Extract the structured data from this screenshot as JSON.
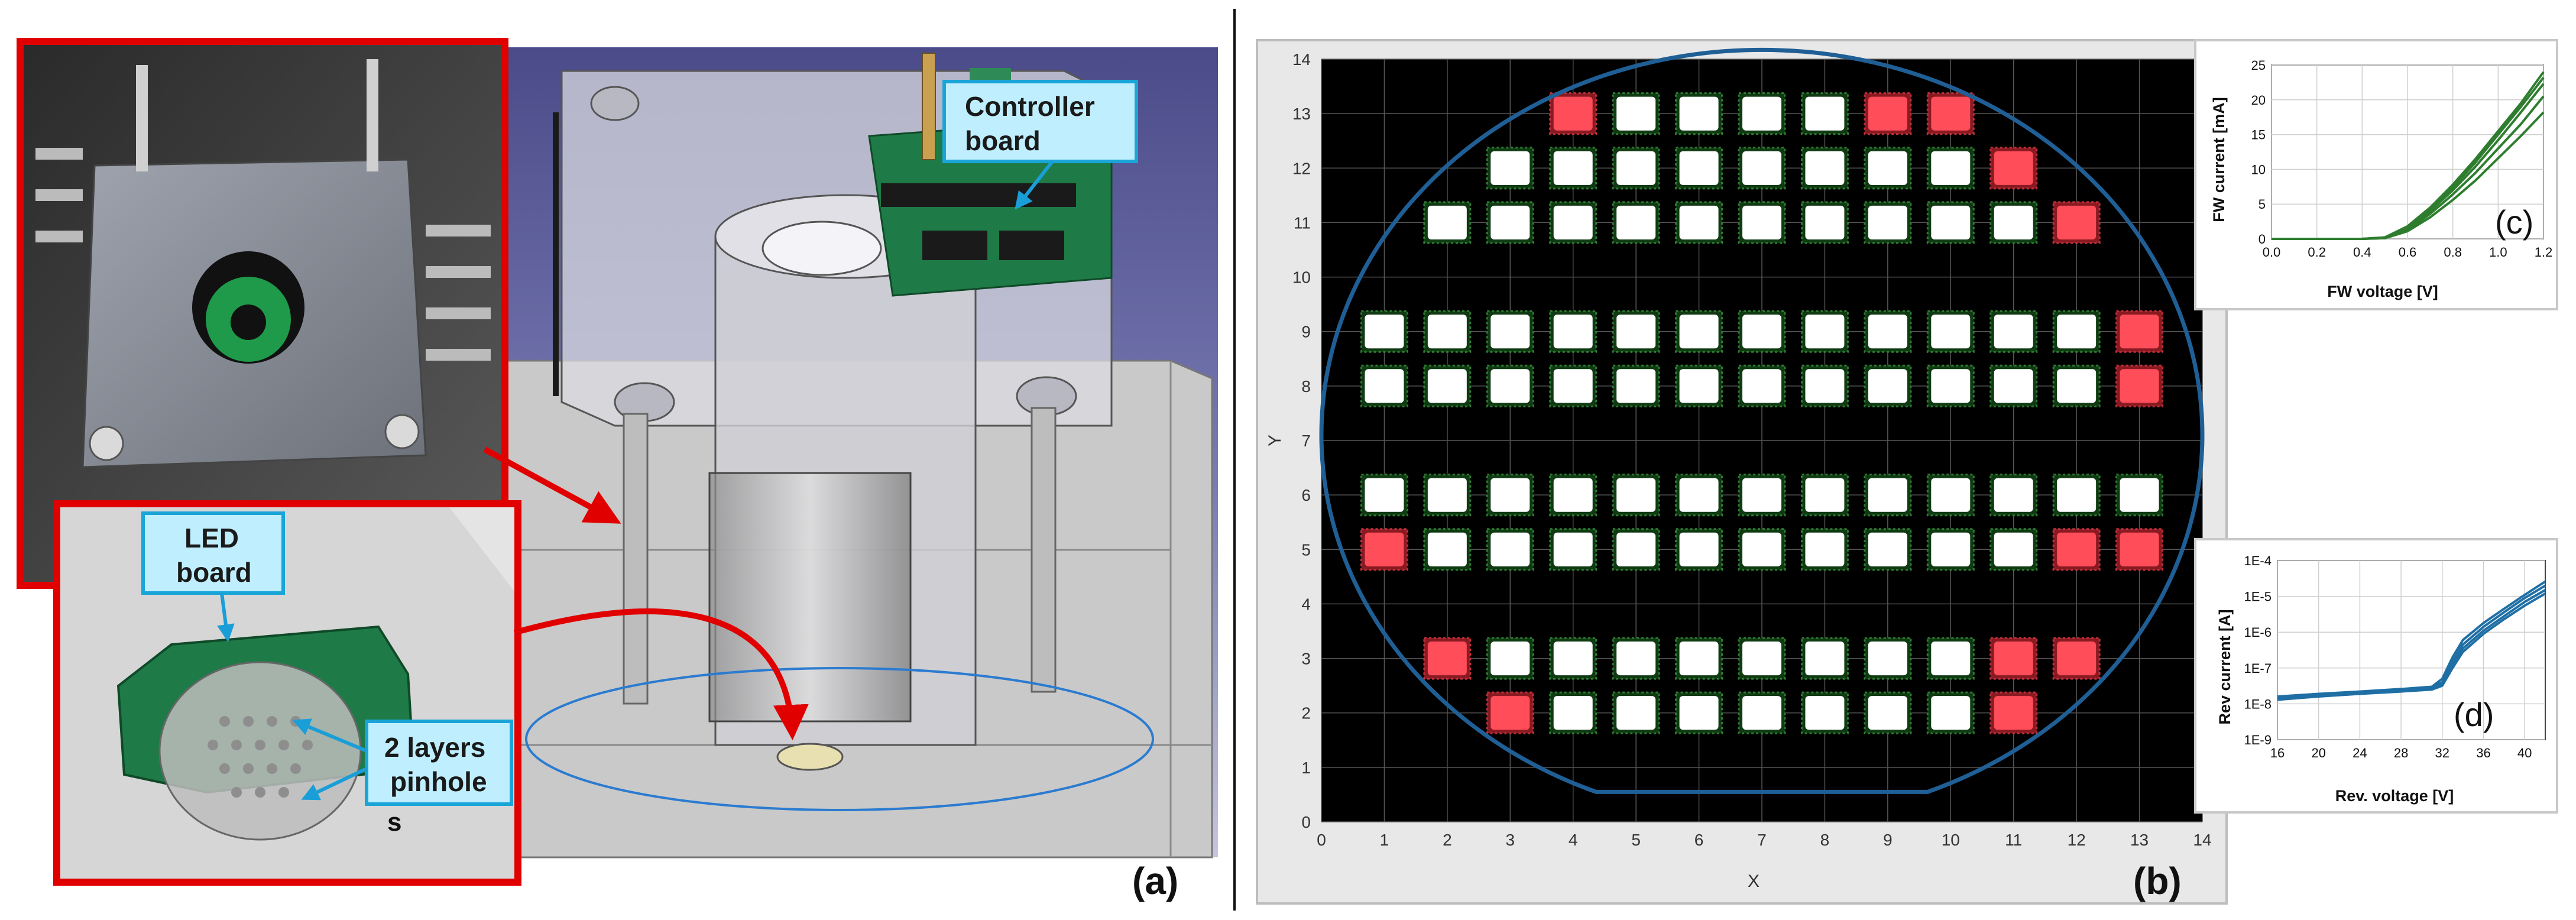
{
  "panel_a": {
    "callout_controller_line1": "Controller",
    "callout_controller_line2": "board",
    "callout_led_line1": "LED",
    "callout_led_line2": "board",
    "callout_pinhole_line1": "2 layers",
    "callout_pinhole_line2": "pinhole",
    "pinhole_stray_char": "s",
    "panel_label": "(a)"
  },
  "panel_b": {
    "panel_label": "(b)",
    "x_label": "X",
    "y_label": "Y",
    "x_ticks": [
      "0",
      "1",
      "2",
      "3",
      "4",
      "5",
      "6",
      "7",
      "8",
      "9",
      "10",
      "11",
      "12",
      "13",
      "14"
    ],
    "y_ticks": [
      "0",
      "1",
      "2",
      "3",
      "4",
      "5",
      "6",
      "7",
      "8",
      "9",
      "10",
      "11",
      "12",
      "13",
      "14"
    ],
    "wafer_map": {
      "rows": [
        {
          "y": 13,
          "cols": [
            4,
            5,
            6,
            7,
            8,
            9,
            10
          ],
          "fail": [
            4,
            9,
            10
          ]
        },
        {
          "y": 12,
          "cols": [
            3,
            4,
            5,
            6,
            7,
            8,
            9,
            10,
            11
          ],
          "fail": [
            11
          ]
        },
        {
          "y": 11,
          "cols": [
            2,
            3,
            4,
            5,
            6,
            7,
            8,
            9,
            10,
            11,
            12
          ],
          "fail": [
            12
          ]
        },
        {
          "y": 9,
          "cols": [
            1,
            2,
            3,
            4,
            5,
            6,
            7,
            8,
            9,
            10,
            11,
            12,
            13
          ],
          "fail": [
            13
          ]
        },
        {
          "y": 8,
          "cols": [
            1,
            2,
            3,
            4,
            5,
            6,
            7,
            8,
            9,
            10,
            11,
            12,
            13
          ],
          "fail": [
            13
          ]
        },
        {
          "y": 6,
          "cols": [
            1,
            2,
            3,
            4,
            5,
            6,
            7,
            8,
            9,
            10,
            11,
            12,
            13
          ],
          "fail": []
        },
        {
          "y": 5,
          "cols": [
            1,
            2,
            3,
            4,
            5,
            6,
            7,
            8,
            9,
            10,
            11,
            12,
            13
          ],
          "fail": [
            1,
            12,
            13
          ]
        },
        {
          "y": 3,
          "cols": [
            2,
            3,
            4,
            5,
            6,
            7,
            8,
            9,
            10,
            11,
            12
          ],
          "fail": [
            2,
            11,
            12
          ]
        },
        {
          "y": 2,
          "cols": [
            3,
            4,
            5,
            6,
            7,
            8,
            9,
            10,
            11
          ],
          "fail": [
            3,
            11
          ]
        }
      ]
    }
  },
  "chart_data": [
    {
      "type": "line",
      "panel": "(c)",
      "xlabel": "FW voltage [V]",
      "ylabel": "FW current [mA]",
      "xlim": [
        0.0,
        1.2
      ],
      "ylim": [
        0,
        25
      ],
      "x_ticks": [
        "0.0",
        "0.2",
        "0.4",
        "0.6",
        "0.8",
        "1.0",
        "1.2"
      ],
      "y_ticks": [
        "0",
        "5",
        "10",
        "15",
        "20",
        "25"
      ],
      "color": "#2e7d2e",
      "series": [
        {
          "x": [
            0.0,
            0.4,
            0.5,
            0.6,
            0.7,
            0.8,
            0.9,
            1.0,
            1.1,
            1.2
          ],
          "y": [
            0,
            0,
            0.2,
            1.8,
            4.5,
            7.8,
            11.5,
            15.5,
            19.5,
            24
          ]
        },
        {
          "x": [
            0.0,
            0.4,
            0.5,
            0.6,
            0.7,
            0.8,
            0.9,
            1.0,
            1.1,
            1.2
          ],
          "y": [
            0,
            0,
            0.2,
            1.6,
            4.2,
            7.4,
            11.0,
            15.0,
            19.0,
            23.2
          ]
        },
        {
          "x": [
            0.0,
            0.4,
            0.5,
            0.6,
            0.7,
            0.8,
            0.9,
            1.0,
            1.1,
            1.2
          ],
          "y": [
            0,
            0,
            0.2,
            1.5,
            4.0,
            7.0,
            10.4,
            14.2,
            18.2,
            22.3
          ]
        },
        {
          "x": [
            0.0,
            0.4,
            0.5,
            0.6,
            0.7,
            0.8,
            0.9,
            1.0,
            1.1,
            1.2
          ],
          "y": [
            0,
            0,
            0.1,
            1.3,
            3.6,
            6.4,
            9.5,
            13.0,
            16.5,
            20.5
          ]
        },
        {
          "x": [
            0.0,
            0.4,
            0.5,
            0.6,
            0.7,
            0.8,
            0.9,
            1.0,
            1.1,
            1.2
          ],
          "y": [
            0,
            0,
            0.1,
            1.1,
            3.1,
            5.6,
            8.4,
            11.6,
            14.8,
            18.2
          ]
        }
      ]
    },
    {
      "type": "line",
      "panel": "(d)",
      "xlabel": "Rev. voltage [V]",
      "ylabel": "Rev current [A]",
      "xlim": [
        16,
        42
      ],
      "ylim": [
        1e-09,
        0.0001
      ],
      "yscale": "log",
      "x_ticks": [
        "16",
        "20",
        "24",
        "28",
        "32",
        "36",
        "40"
      ],
      "y_ticks": [
        "1E-9",
        "1E-8",
        "1E-7",
        "1E-6",
        "1E-5",
        "1E-4"
      ],
      "color": "#1f6fa5",
      "series": [
        {
          "x": [
            16,
            20,
            24,
            28,
            31,
            32,
            33,
            34,
            36,
            38,
            40,
            42
          ],
          "y": [
            1.6e-08,
            1.9e-08,
            2.2e-08,
            2.6e-08,
            3e-08,
            5e-08,
            2e-07,
            6e-07,
            1.8e-06,
            4.5e-06,
            1.1e-05,
            2.6e-05
          ]
        },
        {
          "x": [
            16,
            20,
            24,
            28,
            31,
            32,
            33,
            34,
            36,
            38,
            40,
            42
          ],
          "y": [
            1.5e-08,
            1.8e-08,
            2.1e-08,
            2.4e-08,
            2.8e-08,
            4e-08,
            1.5e-07,
            4.5e-07,
            1.4e-06,
            3.6e-06,
            9e-06,
            2e-05
          ]
        },
        {
          "x": [
            16,
            20,
            24,
            28,
            31,
            32,
            33,
            34,
            36,
            38,
            40,
            42
          ],
          "y": [
            1.4e-08,
            1.7e-08,
            2e-08,
            2.3e-08,
            2.6e-08,
            3.5e-08,
            1.2e-07,
            3.5e-07,
            1.1e-06,
            2.8e-06,
            7e-06,
            1.5e-05
          ]
        },
        {
          "x": [
            16,
            20,
            24,
            28,
            31,
            32,
            33,
            34,
            36,
            38,
            40,
            42
          ],
          "y": [
            1.3e-08,
            1.6e-08,
            1.9e-08,
            2.2e-08,
            2.5e-08,
            3.2e-08,
            1e-07,
            2.8e-07,
            9e-07,
            2.3e-06,
            5.5e-06,
            1.2e-05
          ]
        }
      ]
    }
  ]
}
